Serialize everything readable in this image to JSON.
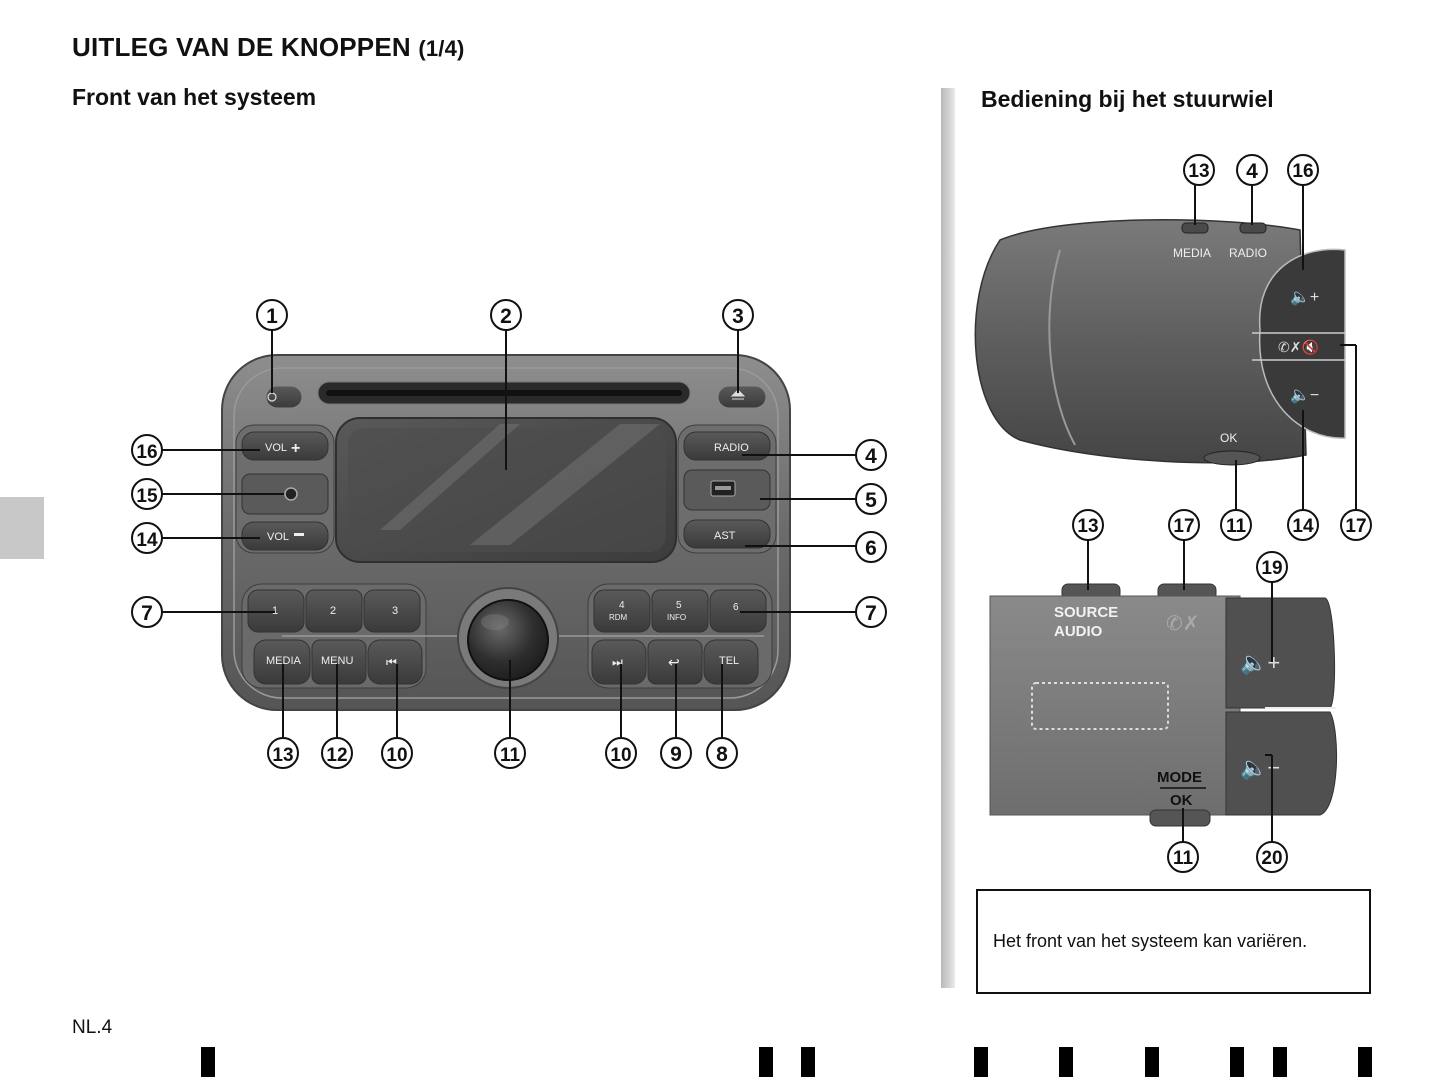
{
  "header": {
    "title": "UITLEG VAN DE KNOPPEN",
    "title_suffix": "(1/4)"
  },
  "left_section": {
    "heading": "Front van het systeem"
  },
  "right_section": {
    "heading": "Bediening bij het stuurwiel"
  },
  "radio_buttons": {
    "vol_plus": "VOL",
    "vol_minus": "VOL",
    "radio": "RADIO",
    "ast": "AST",
    "preset_1": "1",
    "preset_2": "2",
    "preset_3": "3",
    "preset_4": "4",
    "preset_4_sub": "RDM",
    "preset_5": "5",
    "preset_5_sub": "INFO",
    "preset_6": "6",
    "media": "MEDIA",
    "menu": "MENU",
    "tel": "TEL"
  },
  "stalk1": {
    "media": "MEDIA",
    "radio": "RADIO",
    "ok": "OK"
  },
  "stalk2": {
    "source": "SOURCE",
    "audio": "AUDIO",
    "mode": "MODE",
    "ok": "OK"
  },
  "callouts": {
    "c1": "1",
    "c2": "2",
    "c3": "3",
    "c4": "4",
    "c5": "5",
    "c6": "6",
    "c7": "7",
    "c8": "8",
    "c9": "9",
    "c10": "10",
    "c11": "11",
    "c12": "12",
    "c13": "13",
    "c14": "14",
    "c15": "15",
    "c16": "16",
    "c17": "17",
    "c19": "19",
    "c20": "20"
  },
  "note": {
    "text": "Het front van het systeem kan variëren."
  },
  "footer": {
    "page": "NL.4"
  }
}
